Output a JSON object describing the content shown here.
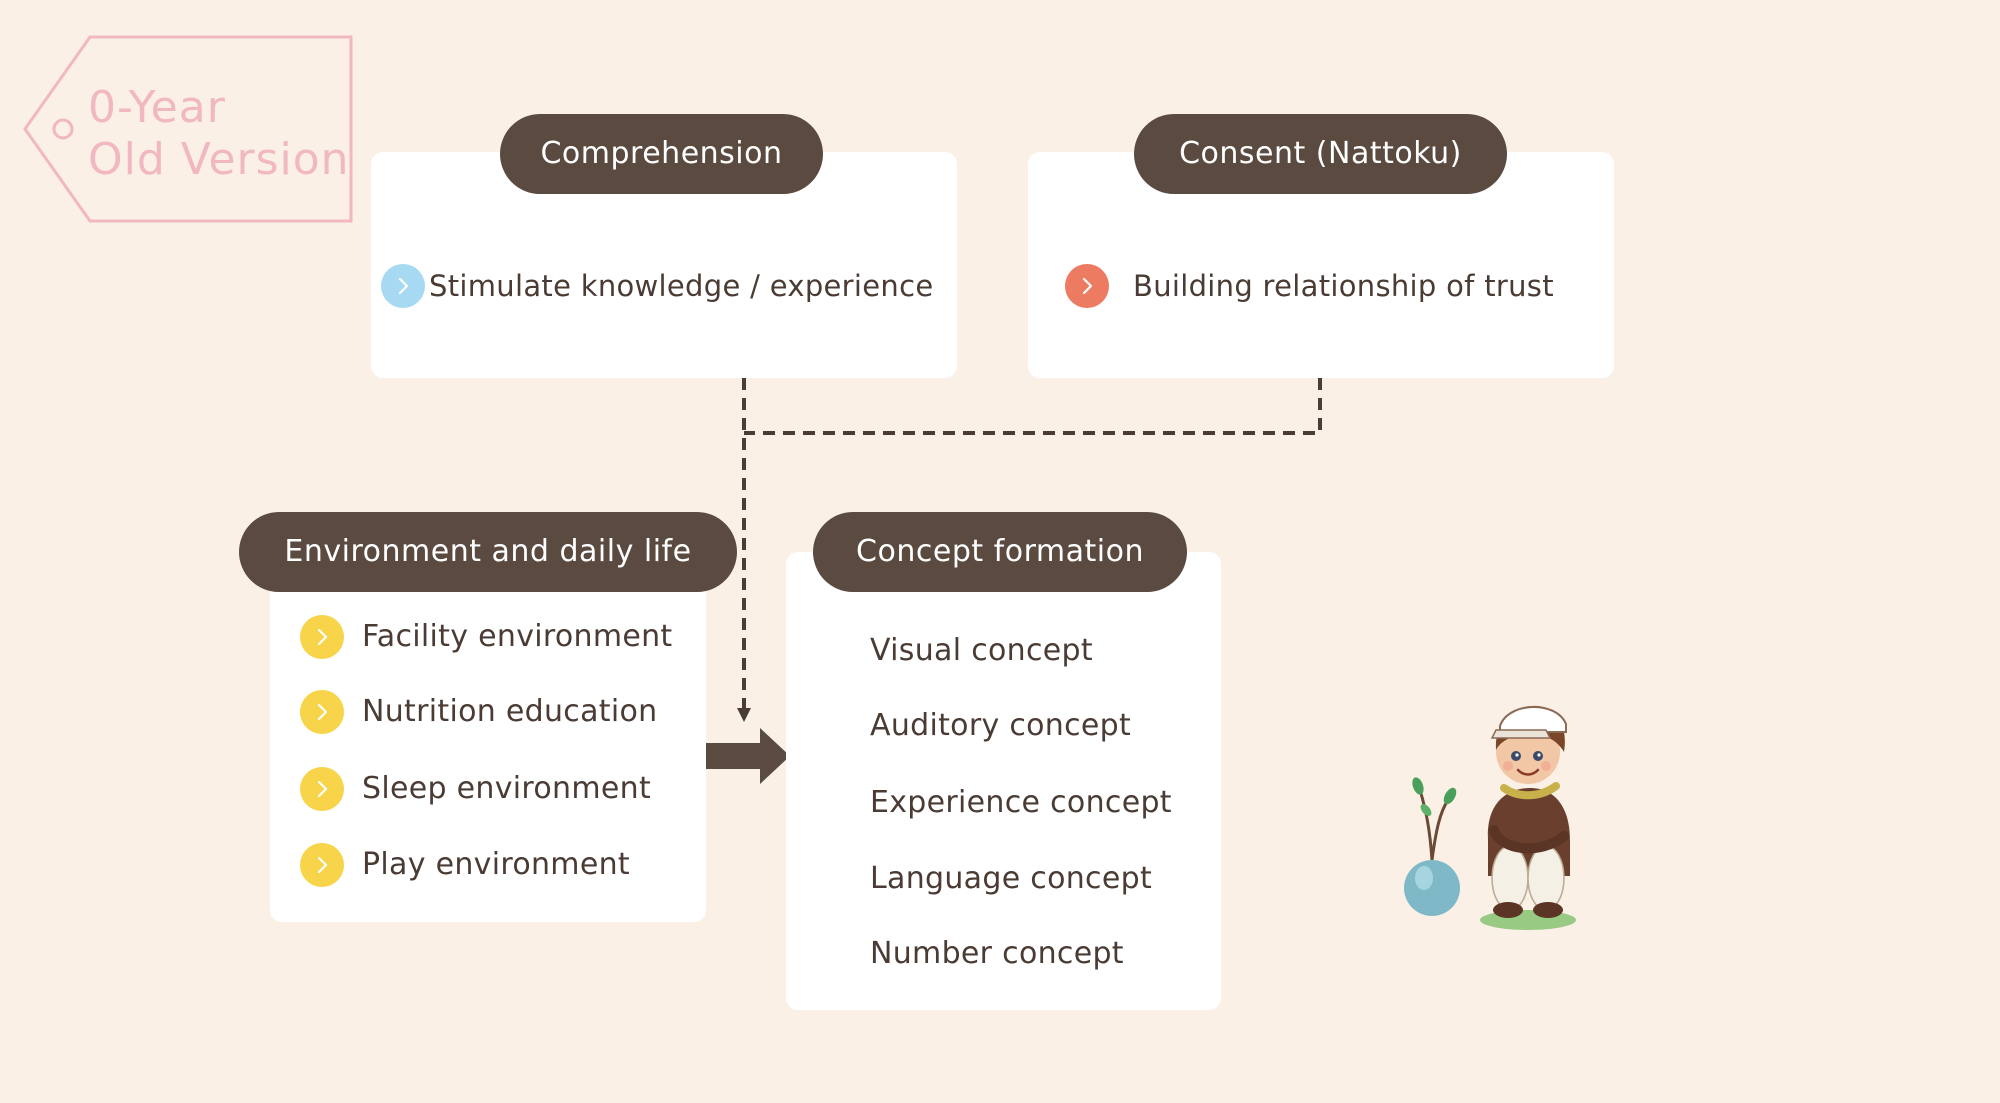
{
  "tag": {
    "line1": "0-Year",
    "line2": "Old Version"
  },
  "comprehension": {
    "title": "Comprehension",
    "item": "Stimulate knowledge / experience"
  },
  "consent": {
    "title": "Consent (Nattoku)",
    "item": "Building relationship of trust"
  },
  "environment": {
    "title": "Environment and daily life",
    "items": [
      "Facility environment",
      "Nutrition education",
      "Sleep environment",
      "Play environment"
    ]
  },
  "concept": {
    "title": "Concept formation",
    "items": [
      "Visual concept",
      "Auditory concept",
      "Experience concept",
      "Language concept",
      "Number concept"
    ]
  },
  "colors": {
    "background": "#faf0e6",
    "pill": "#5a4a40",
    "tag": "#f1b8c1",
    "comprehension_badge": "#a8d9f2",
    "consent_badge": "#ec7b62",
    "environment_badge": "#f8d44a"
  },
  "icons": {
    "item_badge": "chevron-right-icon",
    "flow_arrow": "arrow-right-icon",
    "illustration": "child-with-plant-illustration"
  }
}
